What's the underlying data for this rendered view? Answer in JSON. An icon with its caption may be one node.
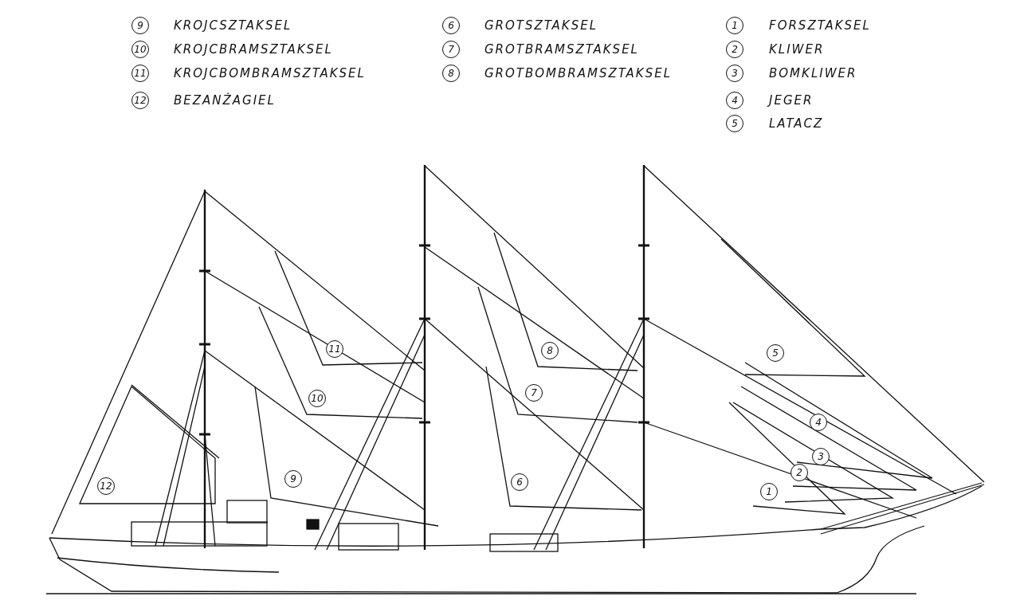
{
  "diagram": {
    "labels": [
      "9",
      "KROJCSZTAKSEL",
      "6",
      "GROTSZTAKSEL",
      "1",
      "FORSZTAKSEL",
      "10",
      "KROJCBRAMSZTAKSEL",
      "7",
      "GROTBRAMSZTAKSEL",
      "2",
      "KLIWER",
      "11",
      "KROJCBOMBRAMSZTAKSEL",
      "8",
      "GROTBOMBRAMSZTAKSEL",
      "3",
      "BOMKLIWER",
      "12",
      "BEZANŻAGIEL",
      "4",
      "JEGER",
      "5",
      "LATACZ",
      "11",
      "8",
      "5",
      "7",
      "10",
      "4",
      "3",
      "2",
      "9",
      "6",
      "12",
      "1"
    ]
  }
}
